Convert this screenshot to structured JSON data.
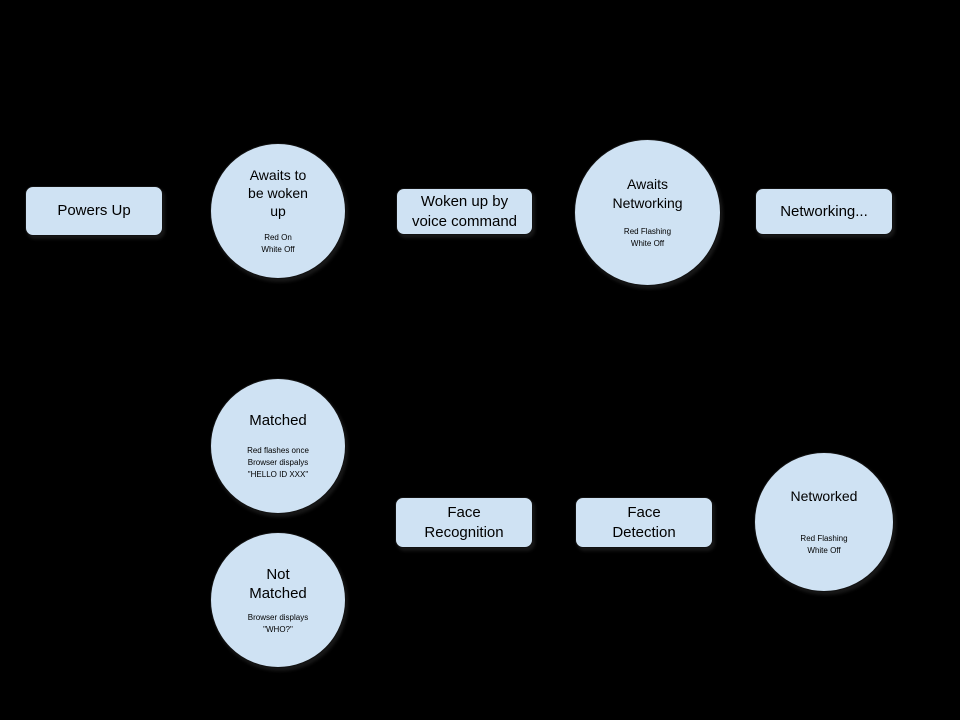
{
  "diagram": {
    "background": "#000000",
    "node_fill": "#cfe2f3",
    "text_color": "#000000",
    "nodes": {
      "powers_up": {
        "label": "Powers Up"
      },
      "awaits_wake": {
        "label": "Awaits to\nbe woken\nup",
        "sub": "Red On\nWhite Off"
      },
      "woken_up": {
        "label": "Woken up by\nvoice command"
      },
      "awaits_networking": {
        "label": "Awaits\nNetworking",
        "sub": "Red Flashing\nWhite Off"
      },
      "networking": {
        "label": "Networking..."
      },
      "matched": {
        "label": "Matched",
        "sub": "Red flashes once\nBrowser dispalys\n\"HELLO ID XXX\""
      },
      "not_matched": {
        "label": "Not\nMatched",
        "sub": "Browser displays\n\"WHO?\""
      },
      "face_recognition": {
        "label": "Face\nRecognition"
      },
      "face_detection": {
        "label": "Face\nDetection"
      },
      "networked": {
        "label": "Networked",
        "sub": "Red Flashing\nWhite Off"
      }
    }
  }
}
